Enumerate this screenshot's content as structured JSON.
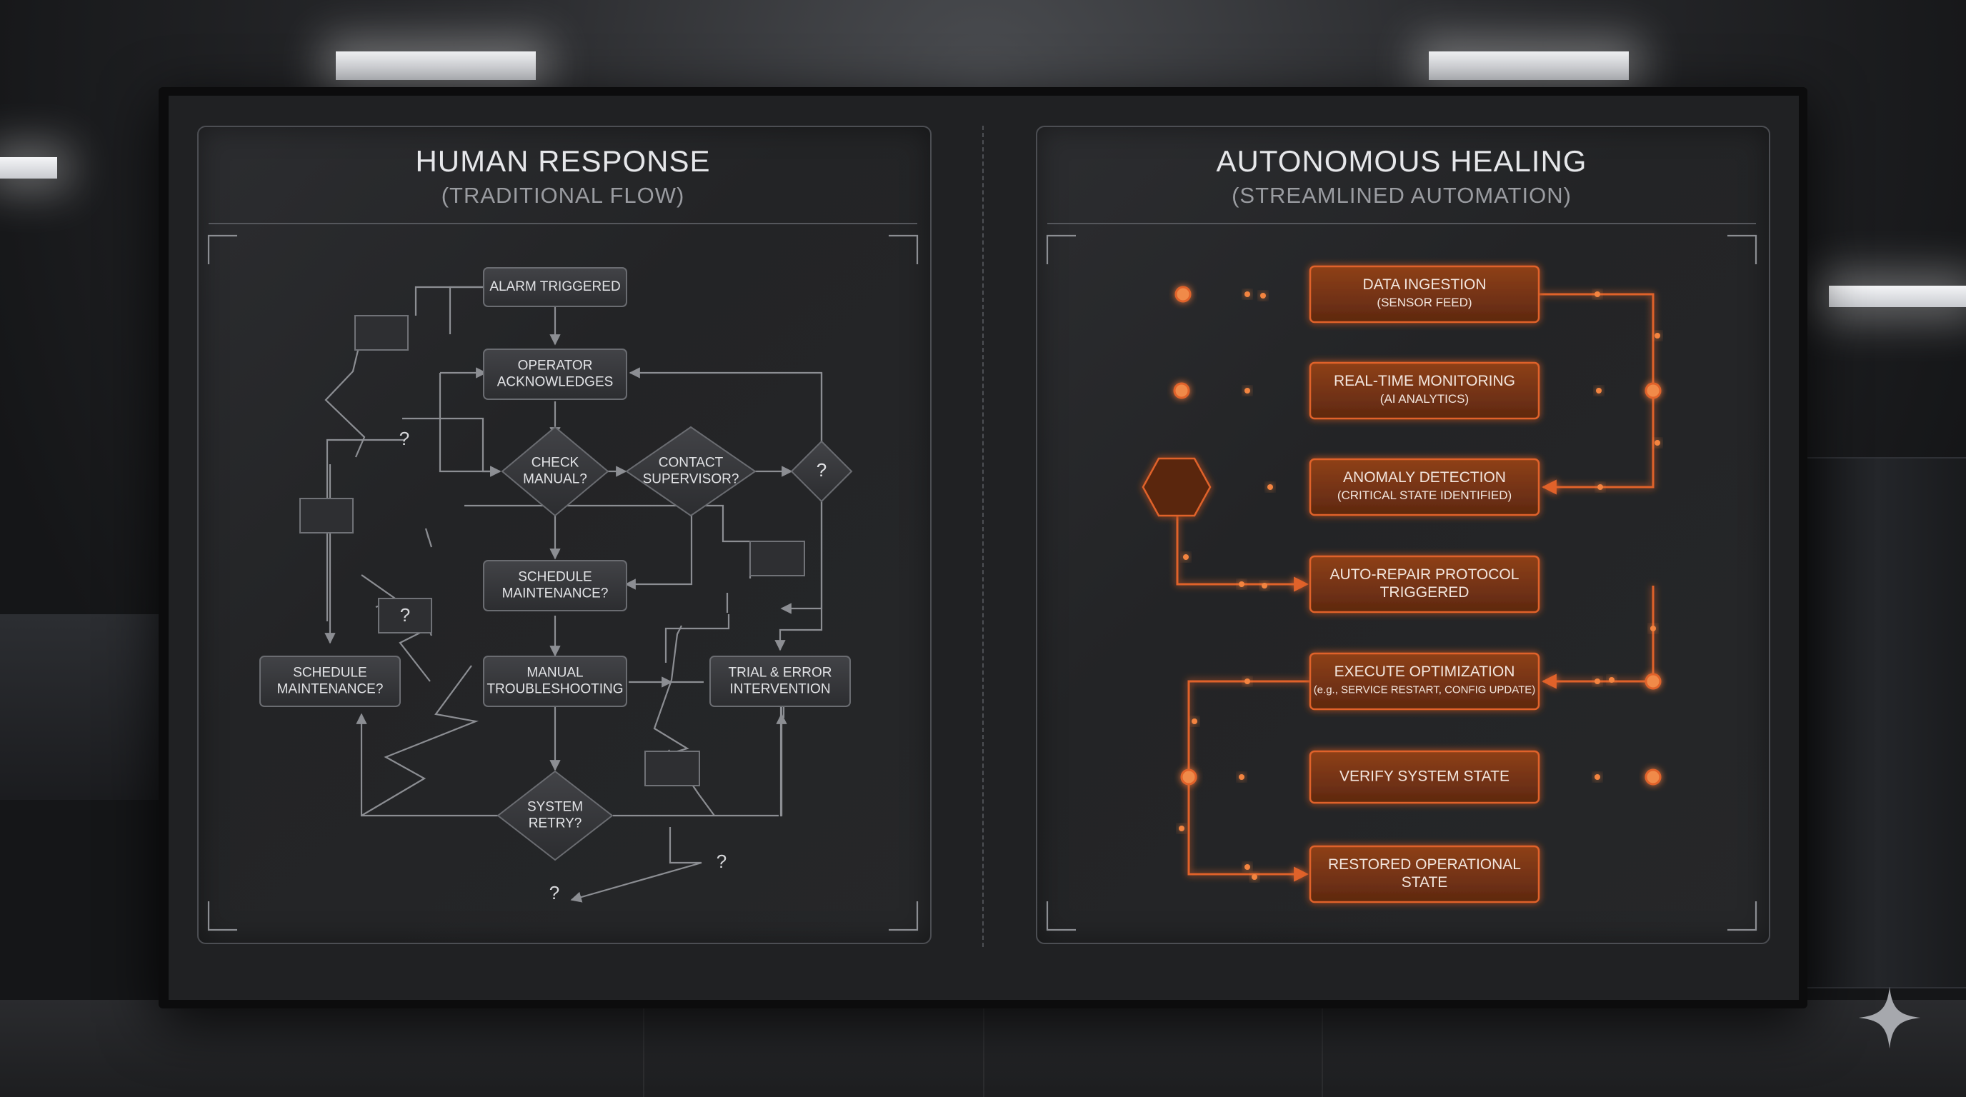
{
  "left_panel": {
    "title": "HUMAN RESPONSE",
    "subtitle": "(TRADITIONAL FLOW)",
    "nodes": [
      {
        "id": "alarm",
        "lines": [
          "ALARM TRIGGERED"
        ]
      },
      {
        "id": "ack",
        "lines": [
          "OPERATOR",
          "ACKNOWLEDGES"
        ]
      },
      {
        "id": "check",
        "lines": [
          "CHECK",
          "MANUAL?"
        ]
      },
      {
        "id": "contact",
        "lines": [
          "CONTACT",
          "SUPERVISOR?"
        ]
      },
      {
        "id": "q_diamond",
        "lines": [
          "?"
        ]
      },
      {
        "id": "sched_center",
        "lines": [
          "SCHEDULE",
          "MAINTENANCE?"
        ]
      },
      {
        "id": "sched_left",
        "lines": [
          "SCHEDULE",
          "MAINTENANCE?"
        ]
      },
      {
        "id": "manual",
        "lines": [
          "MANUAL",
          "TROUBLESHOOTING"
        ]
      },
      {
        "id": "trial",
        "lines": [
          "TRIAL & ERROR",
          "INTERVENTION"
        ]
      },
      {
        "id": "retry",
        "lines": [
          "SYSTEM",
          "RETRY?"
        ]
      }
    ],
    "question_marks": [
      "?",
      "?",
      "?",
      "?"
    ]
  },
  "right_panel": {
    "title": "AUTONOMOUS HEALING",
    "subtitle": "(STREAMLINED AUTOMATION)",
    "nodes": [
      {
        "id": "ingest",
        "lines": [
          "DATA INGESTION",
          "(SENSOR FEED)"
        ]
      },
      {
        "id": "monitor",
        "lines": [
          "REAL-TIME MONITORING",
          "(AI ANALYTICS)"
        ]
      },
      {
        "id": "anomaly",
        "lines": [
          "ANOMALY DETECTION",
          "(CRITICAL STATE IDENTIFIED)"
        ]
      },
      {
        "id": "repair",
        "lines": [
          "AUTO-REPAIR PROTOCOL",
          "TRIGGERED"
        ]
      },
      {
        "id": "execute",
        "lines": [
          "EXECUTE OPTIMIZATION",
          "(e.g., SERVICE RESTART, CONFIG UPDATE)"
        ]
      },
      {
        "id": "verify",
        "lines": [
          "VERIFY SYSTEM STATE"
        ]
      },
      {
        "id": "restored",
        "lines": [
          "RESTORED OPERATIONAL",
          "STATE"
        ]
      }
    ]
  },
  "colors": {
    "accent": "#e0622a",
    "node_fill": "#7a3514",
    "grey_line": "#8c8e93",
    "grey_node": "#3a3b3e"
  },
  "icons": {
    "corner_mark": "sparkle-icon"
  }
}
